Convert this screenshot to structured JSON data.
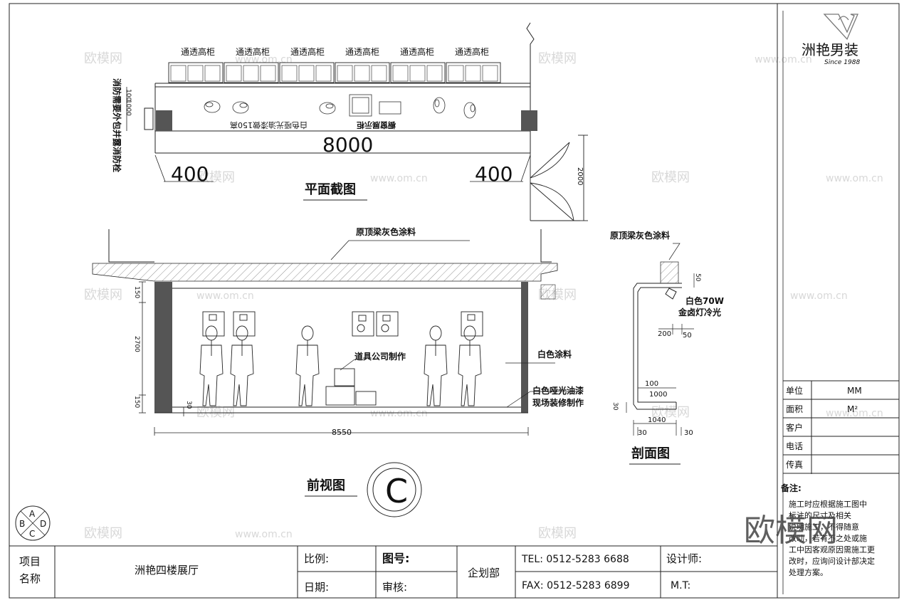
{
  "brand": {
    "name": "洲艳男装",
    "since": "Since 1988"
  },
  "plan": {
    "cabinet_labels": [
      "通透高柜",
      "通透高柜",
      "通透高柜",
      "通透高柜",
      "通透高柜",
      "通透高柜"
    ],
    "left_note": "消防需要外包并露消防栓",
    "dim_100": "100",
    "dim_1000": "1000",
    "mirror_text_1": "白色哑光油漆做150高",
    "mirror_text_2": "橱窗展示柜",
    "dim_total": "8000",
    "dim_left": "400",
    "dim_right": "400",
    "dim_door": "2000",
    "title": "平面截图"
  },
  "front": {
    "ceiling_note": "原顶梁灰色涂料",
    "dim_150_top": "150",
    "dim_2700": "2700",
    "dim_150_bottom": "150",
    "dim_30": "30",
    "props_note": "道具公司制作",
    "wall_note": "白色涂料",
    "base_note_1": "白色哑光油漆",
    "base_note_2": "现场装修制作",
    "dim_total": "8550",
    "title": "前视图",
    "circle_letter": "C"
  },
  "section": {
    "ceiling_note": "原顶梁灰色涂料",
    "dim_50": "50",
    "light_note_1": "白色70W",
    "light_note_2": "金卤灯冷光",
    "dim_200": "200",
    "dim_50b": "50",
    "dim_100": "100",
    "dim_1000": "1000",
    "dim_30": "30",
    "dim_1040": "1040",
    "dim_30a": "30",
    "dim_30b": "30",
    "title": "剖面图"
  },
  "compass": {
    "a": "A",
    "b": "B",
    "c": "C",
    "d": "D"
  },
  "side_table": {
    "rows": [
      {
        "label": "单位",
        "value": "MM"
      },
      {
        "label": "面积",
        "value": "M²"
      },
      {
        "label": "客户",
        "value": ""
      },
      {
        "label": "电话",
        "value": ""
      },
      {
        "label": "传真",
        "value": ""
      }
    ],
    "remarks_title": "备注:",
    "remarks_text": [
      "施工时应根据施工图中",
      "标注的尺寸及相关",
      "说明施工，不得随意",
      "改动，若有不之处或施",
      "工中因客观原因需施工更",
      "改时，应询问设计部决定",
      "处理方案。"
    ]
  },
  "title_block": {
    "project_label_1": "项目",
    "project_label_2": "名称",
    "project_name": "洲艳四楼展厅",
    "scale_label": "比例:",
    "drawing_no_label": "图号:",
    "date_label": "日期:",
    "review_label": "审核:",
    "dept": "企划部",
    "tel": "TEL: 0512-5283 6688",
    "fax": "FAX: 0512-5283 6899",
    "designer_label": "设计师:",
    "mt_label": "M.T:"
  },
  "watermark": {
    "logo": "欧模网",
    "url": "www.om.cn"
  }
}
